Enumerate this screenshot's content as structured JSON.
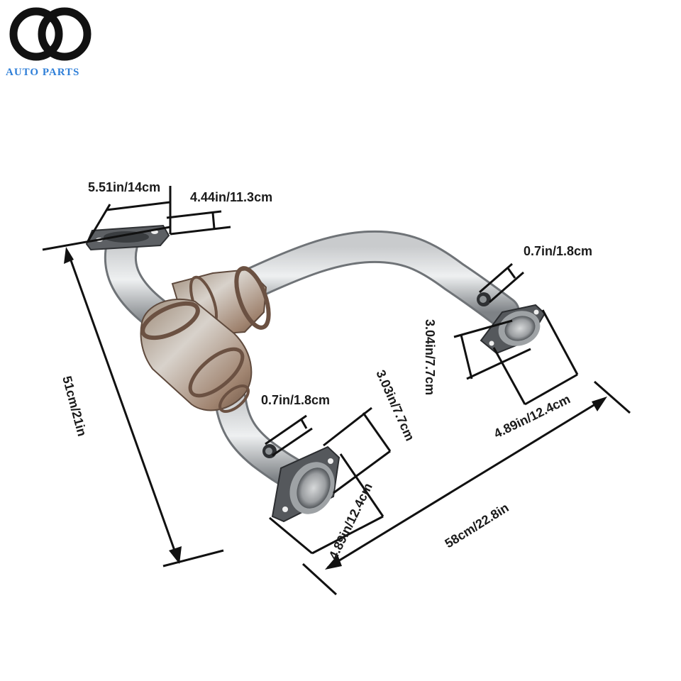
{
  "brand": {
    "logo_text": "AUTO PARTS",
    "logo_color": "#1a1a1a",
    "text_color": "#2f7fd8"
  },
  "product": {
    "name_icon": "catalytic-converter-y-pipe",
    "pipe_color": "#a9abae",
    "rust_color": "#8a6a52"
  },
  "dimensions": {
    "top_flange_width": "5.51in/14cm",
    "top_flange_height": "4.44in/11.3cm",
    "right_tube_diameter": "0.7in/1.8cm",
    "right_flange_height": "3.04in/7.7cm",
    "right_flange_width": "4.89in/12.4cm",
    "left_tube_diameter": "0.7in/1.8cm",
    "left_flange_height": "3.03in/7.7cm",
    "left_flange_width": "4.89in/12.4cm",
    "overall_height": "51cm/21in",
    "overall_width": "58cm/22.8in"
  }
}
